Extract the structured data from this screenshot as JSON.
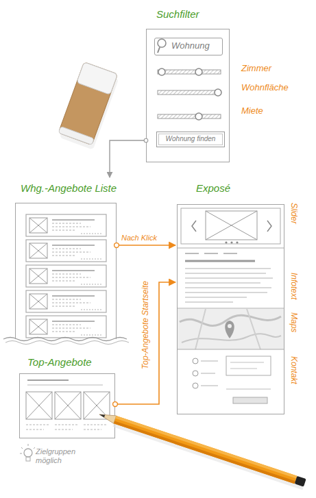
{
  "diagram": {
    "nodes": [
      {
        "text": [
          "Suchfilter"
        ]
      },
      {
        "text": [
          "Wohnung"
        ],
        "in": 0
      },
      {
        "text": [
          "Wohnung finden"
        ],
        "in": 0
      },
      {
        "text": [
          "Whg.-Angebote Liste"
        ]
      },
      {
        "text": [
          "Exposé"
        ]
      },
      {
        "text": [
          "Top-Angebote"
        ]
      }
    ],
    "edges": [
      {
        "from": 0,
        "to": 3,
        "arrow": "to"
      },
      {
        "from": 3,
        "to": 4,
        "label": "Nach Klick",
        "arrow": "to"
      },
      {
        "from": 5,
        "to": 4,
        "label": "Top-Angebote Startseite",
        "arrow": "to"
      }
    ],
    "labels": [
      "Zimmer",
      "Wohnfläche",
      "Miete",
      "Slider",
      "Infotext",
      "Maps",
      "Kontakt",
      "Zielgruppen möglich"
    ]
  }
}
